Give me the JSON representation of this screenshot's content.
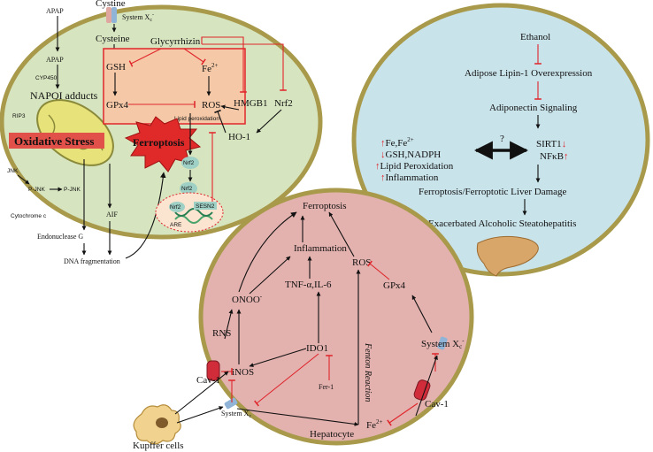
{
  "colors": {
    "liver_fill": "#d6e4bf",
    "liver_stroke": "#a89a4a",
    "hepatocyte_fill": "#e3b1ae",
    "alcohol_fill": "#c9e3ea",
    "inhibit_red": "#e0262b",
    "ferroptosis_star": "#e02a2a",
    "ros_box": "#f5c9a8"
  },
  "left_panel": {
    "cystine": "Cystine",
    "system_xc": "System X",
    "system_xc_sub": "c",
    "system_xc_sup": "-",
    "cysteine": "Cysteine",
    "glycyrrhizin": "Glycyrrhizin",
    "apap_top": "APAP",
    "apap": "APAP",
    "cyp450": "CYP450",
    "napqi": "NAPQI adducts",
    "rip3": "RIP3",
    "oxidative_stress": "Oxidative Stress",
    "jnk": "JNK",
    "p_jnk_a": "P-JNK",
    "p_jnk_b": "P-JNK",
    "cytochrome_c": "Cytochrome c",
    "endonuclease_g": "Endonuclease G",
    "aif": "AIF",
    "dna_fragmentation": "DNA fragmentation",
    "gsh": "GSH",
    "gpx4": "GPx4",
    "fe": "Fe",
    "fe_sup": "2+",
    "ros": "ROS",
    "lipid_peroxidation": "Lipid peroxidation",
    "ferroptosis": "Ferroptosis",
    "hmgb1": "HMGB1",
    "nrf2": "Nrf2",
    "ho1": "HO-1",
    "nrf2_a": "Nrf2",
    "nrf2_b": "Nrf2",
    "nrf2_c": "Nrf2",
    "are": "ARE",
    "sesn2": "SESN2"
  },
  "right_panel": {
    "ethanol": "Ethanol",
    "lipin": "Adipose Lipin-1 Overexpression",
    "adiponectin": "Adiponectin Signaling",
    "fe_line": "Fe,Fe",
    "fe_line_sup": "2+",
    "gsh_nadph": "GSH,NADPH",
    "lipid_perox": "Lipid Peroxidation",
    "inflammation": "Inflammation",
    "question": "?",
    "sirt1": "SIRT1",
    "nfkb": "NFκB",
    "ferroptotic_damage": "Ferroptosis/Ferroptotic Liver Damage",
    "steatohepatitis": "Exacerbated Alcoholic Steatohepatitis",
    "up_arrow": "↑",
    "down_arrow": "↓"
  },
  "bottom_panel": {
    "ferroptosis": "Ferroptosis",
    "inflammation": "Inflammation",
    "onoo": "ONOO",
    "onoo_sup": "-",
    "tnf": "TNF-α,IL-6",
    "ros": "ROS",
    "gpx4": "GPx4",
    "fenton": "Fenton Reaction",
    "rns": "RNS",
    "ido1": "IDO1",
    "fer1": "Fer-1",
    "inos": "iNOS",
    "cav1_left": "Cav-1",
    "cav1_right": "Cav-1",
    "system_xc_left": "System X",
    "system_xc_right": "System X",
    "xc_sub": "c",
    "xc_sup": "-",
    "hepatocyte": "Hepatocyte",
    "fe": "Fe",
    "fe_sup": "2+",
    "kupffer": "Kupffer cells"
  }
}
